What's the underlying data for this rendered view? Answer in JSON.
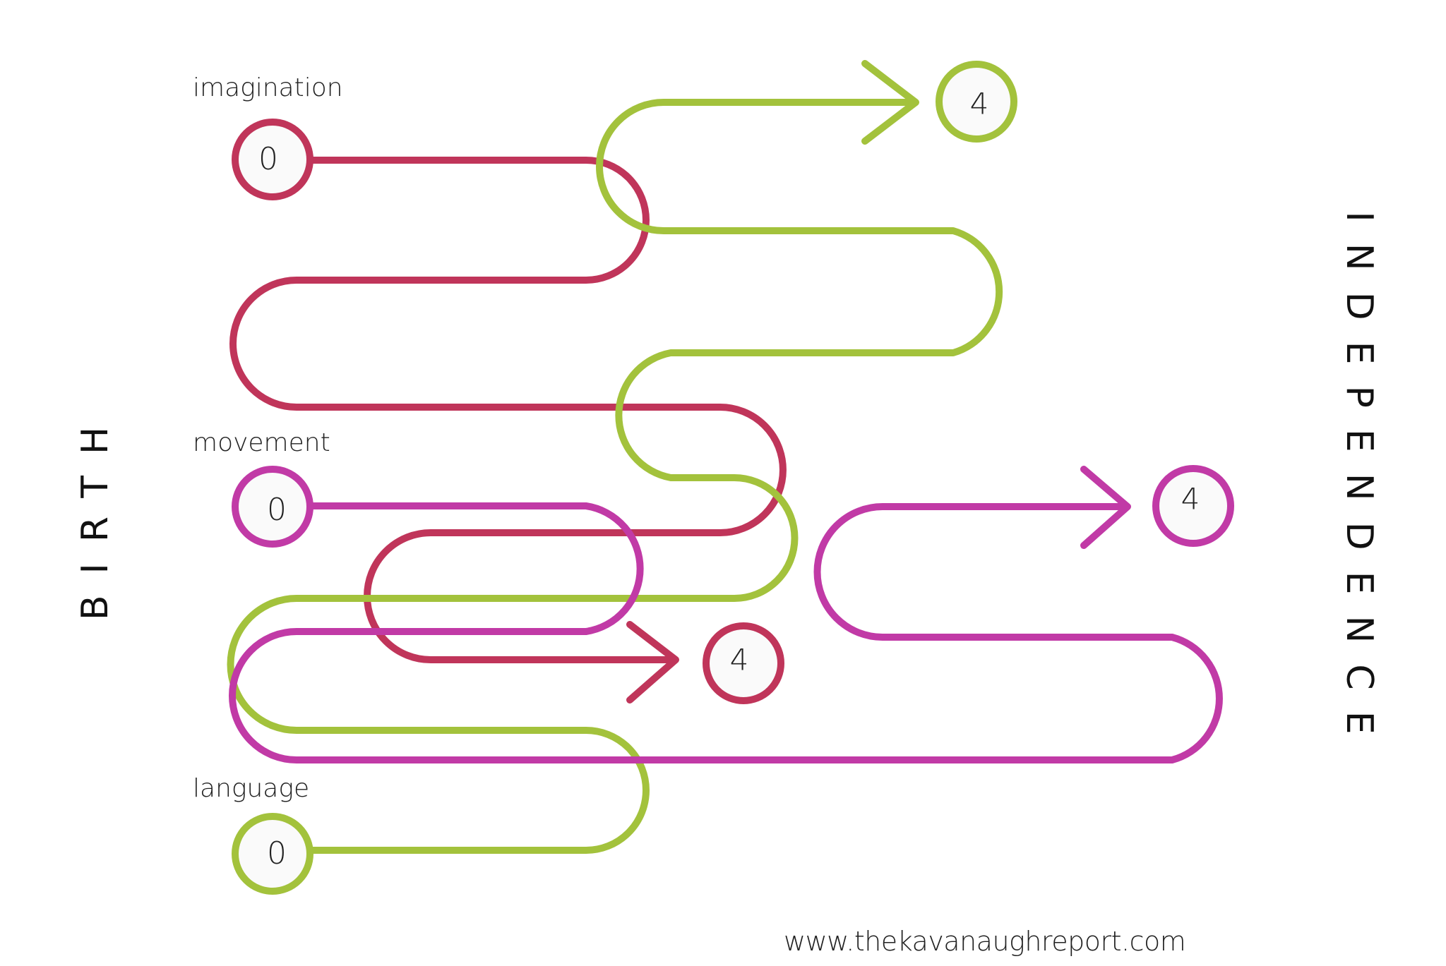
{
  "colors": {
    "imagination": "#c0355a",
    "movement": "#c13aa6",
    "language": "#a3c23c",
    "node_fill": "#fafafa",
    "text": "#222222"
  },
  "side_labels": {
    "left": "BIRTH",
    "right": "INDEPENDENCE"
  },
  "tracks": [
    {
      "id": "imagination",
      "label": "imagination",
      "start_value": "0",
      "end_value": "4"
    },
    {
      "id": "movement",
      "label": "movement",
      "start_value": "0",
      "end_value": "4"
    },
    {
      "id": "language",
      "label": "language",
      "start_value": "0",
      "end_value": "4"
    }
  ],
  "footer": {
    "url": "www.thekavanaughreport.com"
  }
}
